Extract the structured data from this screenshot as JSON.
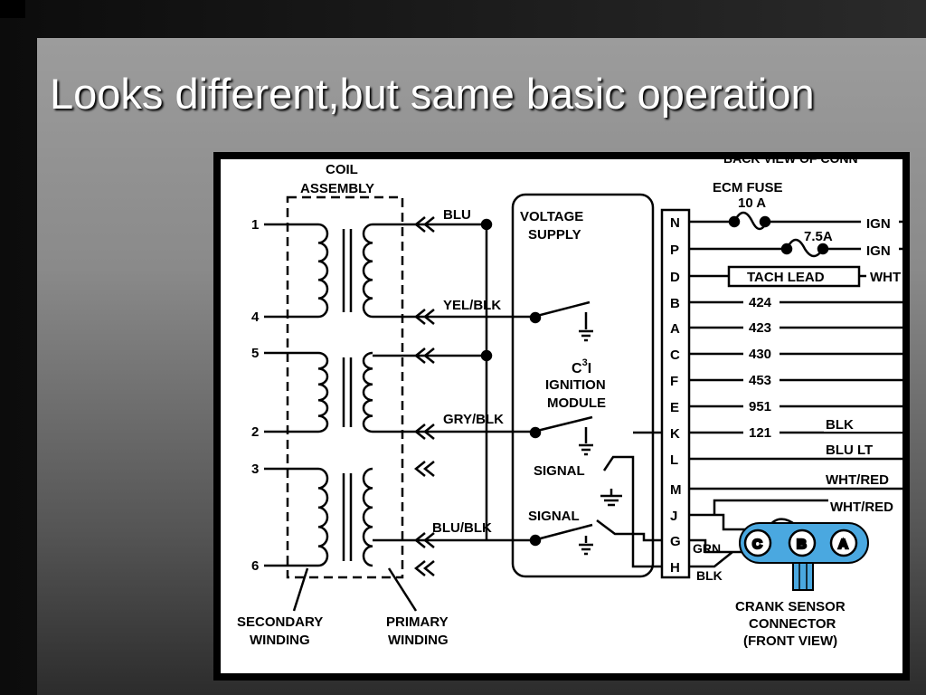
{
  "slide": {
    "title": "Looks different,but same basic operation"
  },
  "diagram": {
    "header_cut": "BACK VIEW OF CONN",
    "coil": {
      "title_line1": "COIL",
      "title_line2": "ASSEMBLY",
      "terminals": [
        "1",
        "4",
        "5",
        "2",
        "3",
        "6"
      ],
      "secondary_line1": "SECONDARY",
      "secondary_line2": "WINDING",
      "primary_line1": "PRIMARY",
      "primary_line2": "WINDING"
    },
    "wires": [
      "BLU",
      "YEL/BLK",
      "GRY/BLK",
      "BLU/BLK"
    ],
    "module": {
      "voltage_line1": "VOLTAGE",
      "voltage_line2": "SUPPLY",
      "name_c": "C",
      "name_sup": "3",
      "name_i": "I",
      "name_line2": "IGNITION",
      "name_line3": "MODULE",
      "signal1": "SIGNAL",
      "signal2": "SIGNAL"
    },
    "pins": [
      "N",
      "P",
      "D",
      "B",
      "A",
      "C",
      "F",
      "E",
      "K",
      "L",
      "M",
      "J",
      "G",
      "H"
    ],
    "fuse_ecm_line1": "ECM FUSE",
    "fuse_ecm_line2": "10 A",
    "fuse_2": "7.5A",
    "ign1": "IGN",
    "ign2": "IGN",
    "tach_lead": "TACH LEAD",
    "tach_color": "WHT",
    "circuit_numbers": [
      "424",
      "423",
      "430",
      "453",
      "951",
      "121"
    ],
    "right_colors": [
      "BLK",
      "BLU LT",
      "WHT/RED",
      "WHT/RED"
    ],
    "crank": {
      "pins": [
        "C",
        "B",
        "A"
      ],
      "grn": "GRN",
      "blk": "BLK",
      "label_line1": "CRANK SENSOR",
      "label_line2": "CONNECTOR",
      "label_line3": "(FRONT VIEW)",
      "color": "#4aa8e0"
    }
  }
}
